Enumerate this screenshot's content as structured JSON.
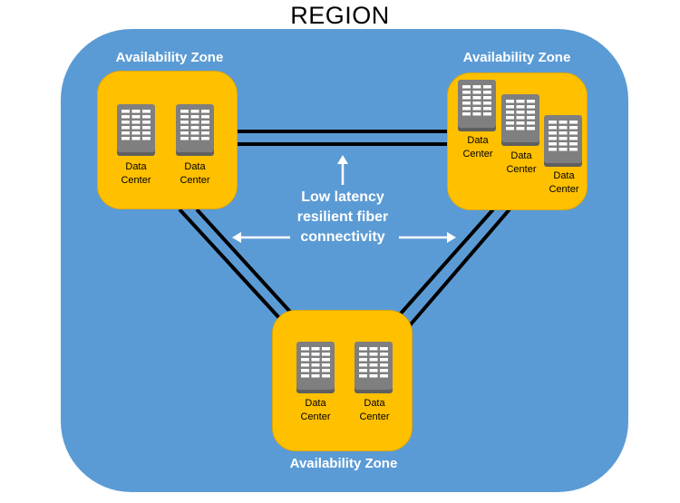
{
  "title": "REGION",
  "colors": {
    "region_fill": "#5b9bd5",
    "zone_fill": "#ffc000",
    "server_body": "#7f7f7f",
    "server_base": "#5f5f5f",
    "link_color": "#000000",
    "label_white": "#ffffff"
  },
  "connectivity": {
    "lines": [
      "Low latency",
      "resilient fiber",
      "connectivity"
    ]
  },
  "zones": [
    {
      "label": "Availability Zone",
      "position": "top-left",
      "data_centers": [
        {
          "line1": "Data",
          "line2": "Center"
        },
        {
          "line1": "Data",
          "line2": "Center"
        }
      ]
    },
    {
      "label": "Availability Zone",
      "position": "top-right",
      "data_centers": [
        {
          "line1": "Data",
          "line2": "Center"
        },
        {
          "line1": "Data",
          "line2": "Center"
        },
        {
          "line1": "Data",
          "line2": "Center"
        }
      ]
    },
    {
      "label": "Availability Zone",
      "position": "bottom",
      "data_centers": [
        {
          "line1": "Data",
          "line2": "Center"
        },
        {
          "line1": "Data",
          "line2": "Center"
        }
      ]
    }
  ],
  "icons": {
    "server": "server-rack-icon",
    "arrow_up": "arrow-up-icon",
    "arrow_left": "arrow-left-icon",
    "arrow_right": "arrow-right-icon"
  }
}
